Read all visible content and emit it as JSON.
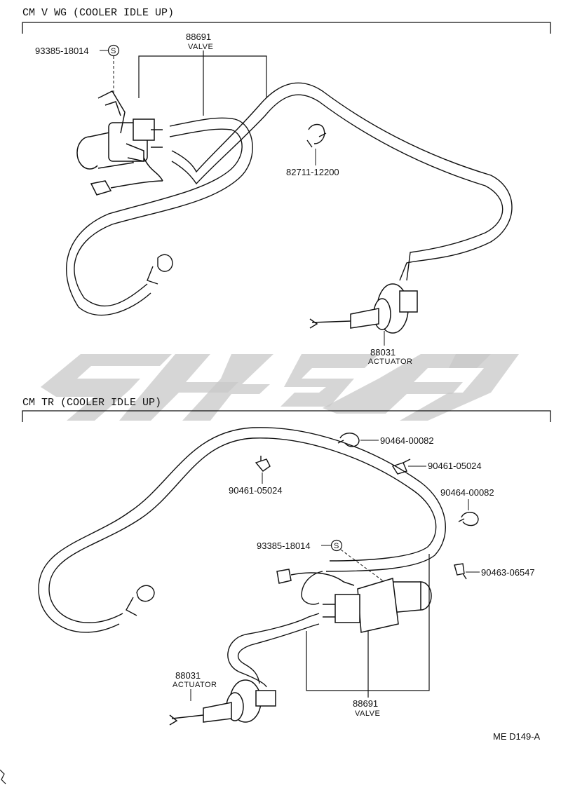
{
  "top_section": {
    "title": "CM  V  WG  (COOLER  IDLE  UP)",
    "valve_part": "88691",
    "valve_label": "VALVE",
    "screw_part": "93385-18014",
    "clamp_part": "82711-12200",
    "actuator_part": "88031",
    "actuator_label": "ACTUATOR",
    "screw_symbol": "S"
  },
  "bottom_section": {
    "title": "CM  TR  (COOLER  IDLE  UP)",
    "clamp_1": "90464-00082",
    "clip_1": "90461-05024",
    "clip_2": "90461-05024",
    "clamp_2": "90464-00082",
    "screw_part": "93385-18014",
    "clip_3": "90463-06547",
    "actuator_part": "88031",
    "actuator_label": "ACTUATOR",
    "valve_part": "88691",
    "valve_label": "VALVE",
    "screw_symbol": "S"
  },
  "footer": {
    "code": "ME  D149-A"
  },
  "colors": {
    "line": "#111111",
    "watermark": "#c8c8c8"
  }
}
